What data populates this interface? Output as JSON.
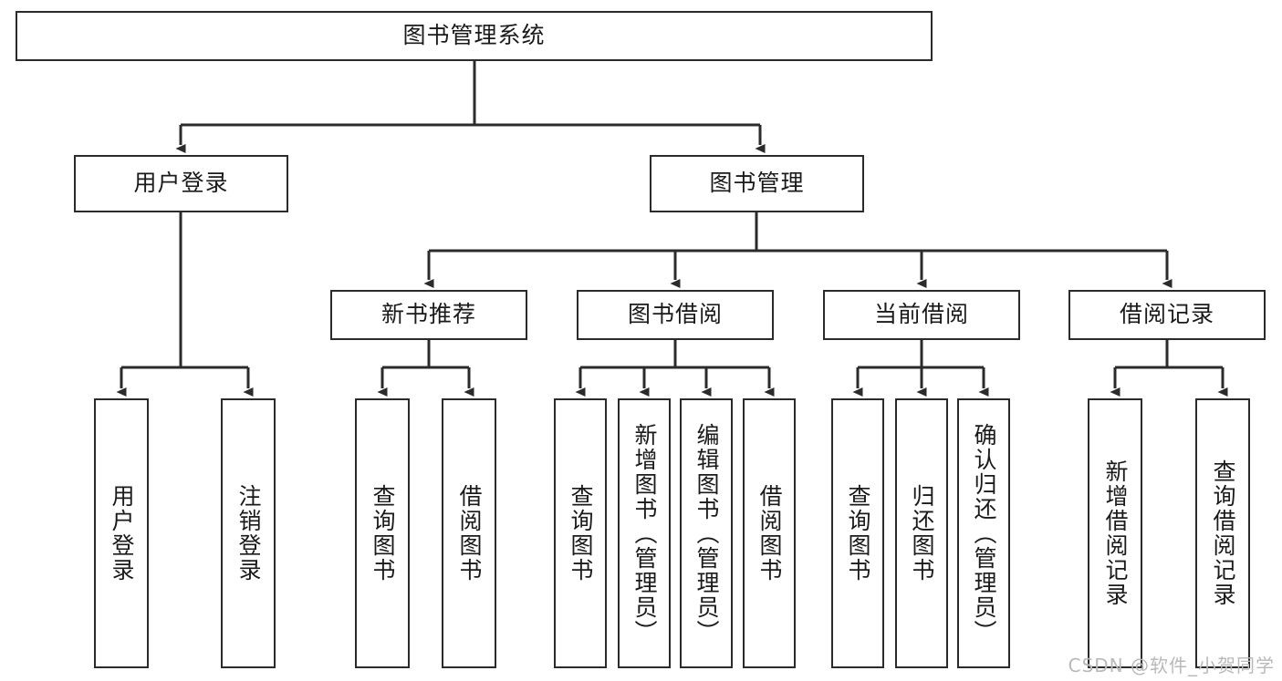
{
  "diagram": {
    "type": "tree",
    "title": "图书管理系统",
    "watermark": "CSDN @软件_小贺同学",
    "colors": {
      "background": "#ffffff",
      "box_border": "#2b2b2b",
      "box_fill": "#ffffff",
      "edge": "#2b2b2b",
      "text": "#1a1a1a",
      "watermark": "#b9b9b9"
    },
    "nodes": {
      "root": {
        "label": "图书管理系统",
        "orientation": "horizontal"
      },
      "level2": [
        {
          "id": "user-login",
          "label": "用户登录",
          "orientation": "horizontal"
        },
        {
          "id": "book-manage",
          "label": "图书管理",
          "orientation": "horizontal"
        }
      ],
      "level3": [
        {
          "id": "new-book-rec",
          "label": "新书推荐",
          "orientation": "horizontal"
        },
        {
          "id": "book-borrow",
          "label": "图书借阅",
          "orientation": "horizontal"
        },
        {
          "id": "current-borrow",
          "label": "当前借阅",
          "orientation": "horizontal"
        },
        {
          "id": "borrow-record",
          "label": "借阅记录",
          "orientation": "horizontal"
        }
      ],
      "leaves": [
        {
          "id": "leaf-user-login",
          "label": "用户登录",
          "orientation": "vertical",
          "parent": "user-login"
        },
        {
          "id": "leaf-user-logout",
          "label": "注销登录",
          "orientation": "vertical",
          "parent": "user-login"
        },
        {
          "id": "leaf-query-book-rec",
          "label": "查询图书",
          "orientation": "vertical",
          "parent": "new-book-rec"
        },
        {
          "id": "leaf-borrow-book-rec",
          "label": "借阅图书",
          "orientation": "vertical",
          "parent": "new-book-rec"
        },
        {
          "id": "leaf-query-book-borrow",
          "label": "查询图书",
          "orientation": "vertical",
          "parent": "book-borrow"
        },
        {
          "id": "leaf-add-book",
          "label": "新增图书（管理员）",
          "orientation": "vertical",
          "parent": "book-borrow"
        },
        {
          "id": "leaf-edit-book",
          "label": "编辑图书（管理员）",
          "orientation": "vertical",
          "parent": "book-borrow"
        },
        {
          "id": "leaf-borrow-book",
          "label": "借阅图书",
          "orientation": "vertical",
          "parent": "book-borrow"
        },
        {
          "id": "leaf-query-book-current",
          "label": "查询图书",
          "orientation": "vertical",
          "parent": "current-borrow"
        },
        {
          "id": "leaf-return-book",
          "label": "归还图书",
          "orientation": "vertical",
          "parent": "current-borrow"
        },
        {
          "id": "leaf-confirm-return",
          "label": "确认归还（管理员）",
          "orientation": "vertical",
          "parent": "current-borrow"
        },
        {
          "id": "leaf-add-record",
          "label": "新增借阅记录",
          "orientation": "vertical",
          "parent": "borrow-record"
        },
        {
          "id": "leaf-query-record",
          "label": "查询借阅记录",
          "orientation": "vertical",
          "parent": "borrow-record"
        }
      ]
    }
  }
}
